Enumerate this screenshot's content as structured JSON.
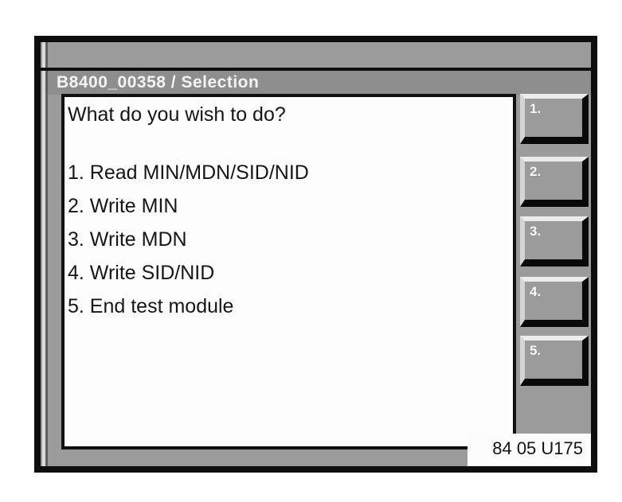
{
  "window": {
    "title": "B8400_00358 / Selection",
    "status_code": "84 05 U175"
  },
  "dialog": {
    "prompt": "What do you wish to do?",
    "menu_items": [
      "1. Read MIN/MDN/SID/NID",
      "2. Write MIN",
      "3. Write MDN",
      "4. Write SID/NID",
      "5. End test module"
    ]
  },
  "softkeys": [
    {
      "label": "1."
    },
    {
      "label": "2."
    },
    {
      "label": "3."
    },
    {
      "label": "4."
    },
    {
      "label": "5."
    }
  ],
  "colors": {
    "panel_gray": "#9b9b9b",
    "title_bar_gray": "#8e8e8e",
    "frame_black": "#0e0e0e",
    "content_white": "#fdfdfd",
    "title_text": "#f4f4f4",
    "shadow_black": "#0a0a0a",
    "bevel_light": "#ececec"
  }
}
